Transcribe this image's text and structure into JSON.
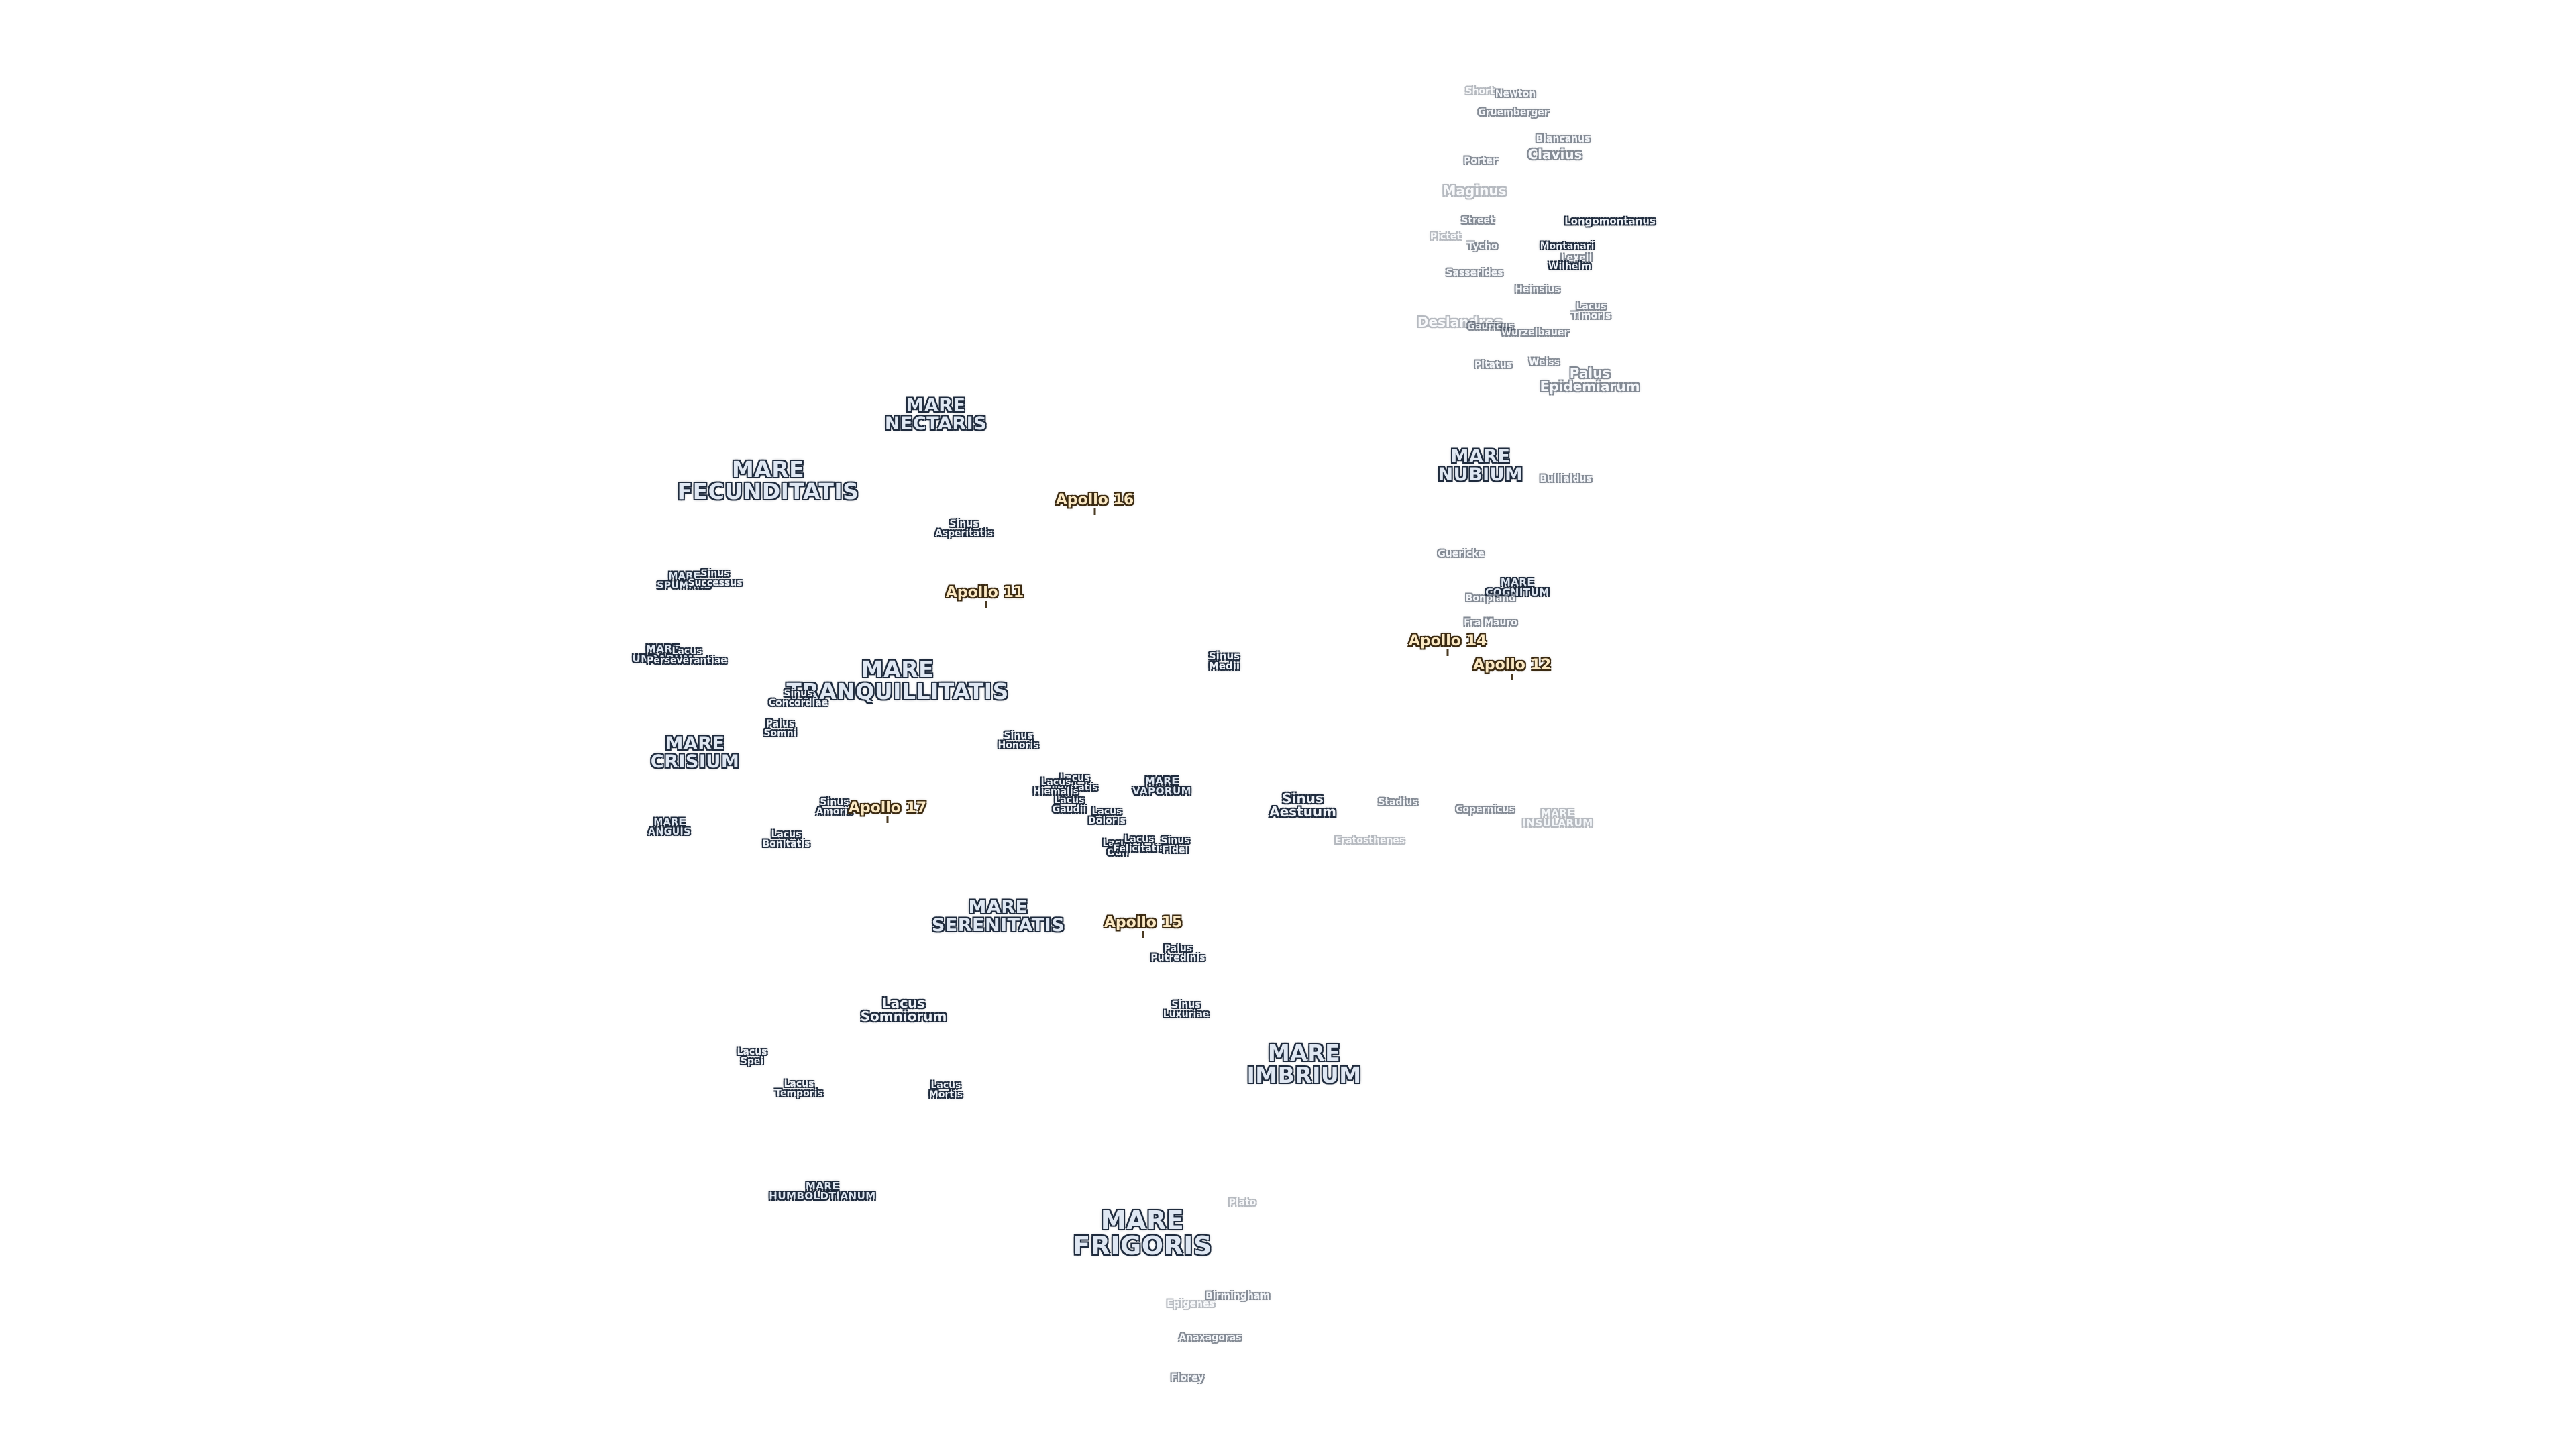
{
  "map": {
    "maria": {
      "nectaris": "MARE\nNECTARIS",
      "fecunditatis": "MARE\nFECUNDITATIS",
      "spumans": "MARE\nSPUMANS",
      "undarum": "MARE\nUNDARUM",
      "tranquillitatis": "MARE\nTRANQUILLITATIS",
      "crisium": "MARE\nCRISIUM",
      "anguis": "MARE\nANGUIS",
      "vaporum": "MARE\nVAPORUM",
      "serenitatis": "MARE\nSERENITATIS",
      "imbrium": "MARE\nIMBRIUM",
      "humboldtianum": "MARE\nHUMBOLDTIANUM",
      "frigoris": "MARE\nFRIGORIS",
      "nubium": "MARE\nNUBIUM",
      "cognitum": "MARE\nCOGNITUM",
      "insularum": "MARE\nINSULARUM"
    },
    "features": {
      "sinus_asperitatis": "Sinus\nAsperitatis",
      "sinus_successus": "Sinus\nSuccessus",
      "lacus_perseverantiae": "Lacus\nPerseverantiae",
      "sinus_concordiae": "Sinus\nConcordiae",
      "palus_somni": "Palus\nSomni",
      "sinus_amoris": "Sinus\nAmoris",
      "lacus_bonitatis": "Lacus\nBonitatis",
      "sinus_honoris": "Sinus\nHonoris",
      "lacus_lenitatis": "Lacus\nLenitatis",
      "lacus_hiemalis": "Lacus\nHiemalis",
      "lacus_gaudii": "Lacus\nGaudii",
      "lacus_doloris": "Lacus\nDoloris",
      "lacus_odii": "Lacus\nOdii",
      "lacus_felicitatis": "Lacus\nFelicitatis",
      "sinus_fidei": "Sinus\nFidei",
      "sinus_medii": "Sinus\nMedii",
      "sinus_aestuum": "Sinus\nAestuum",
      "palus_putredinis": "Palus\nPutredinis",
      "lacus_luxuriae": "Sinus\nLuxuriae",
      "lacus_somniorum": "Lacus\nSomniorum",
      "lacus_spei": "Lacus\nSpei",
      "lacus_temporis": "Lacus\nTemporis",
      "lacus_mortis": "Lacus\nMortis",
      "palus_epidemiarum": "Palus\nEpidemiarum",
      "lacus_timoris": "Lacus\nTimoris"
    },
    "craters": {
      "short": "Short",
      "newton": "Newton",
      "gruemberger": "Gruemberger",
      "blancanus": "Blancanus",
      "clavius": "Clavius",
      "porter": "Porter",
      "maginus": "Maginus",
      "street": "Street",
      "longomontanus": "Longomontanus",
      "pictet": "Pictet",
      "tycho": "Tycho",
      "montanari": "Montanari",
      "lexell": "Lexell",
      "wilhelm": "Wilhelm",
      "sasserides": "Sasserides",
      "heinsius": "Heinsius",
      "deslandres": "Deslandres",
      "gauricus": "Gauricus",
      "wurzelbauer": "Wurzelbauer",
      "pitatus": "Pitatus",
      "weiss": "Weiss",
      "bullialdus": "Bullialdus",
      "guericke": "Guericke",
      "bonpland": "Bonpland",
      "fra_mauro": "Fra Mauro",
      "stadius": "Stadius",
      "copernicus": "Copernicus",
      "eratosthenes": "Eratosthenes",
      "plato": "Plato",
      "birmingham": "Birmingham",
      "epigenes": "Epigenes",
      "anaxagoras": "Anaxagoras",
      "florey": "Florey"
    },
    "apollo": {
      "a11": "Apollo 11",
      "a12": "Apollo 12",
      "a14": "Apollo 14",
      "a15": "Apollo 15",
      "a16": "Apollo 16",
      "a17": "Apollo 17"
    }
  }
}
